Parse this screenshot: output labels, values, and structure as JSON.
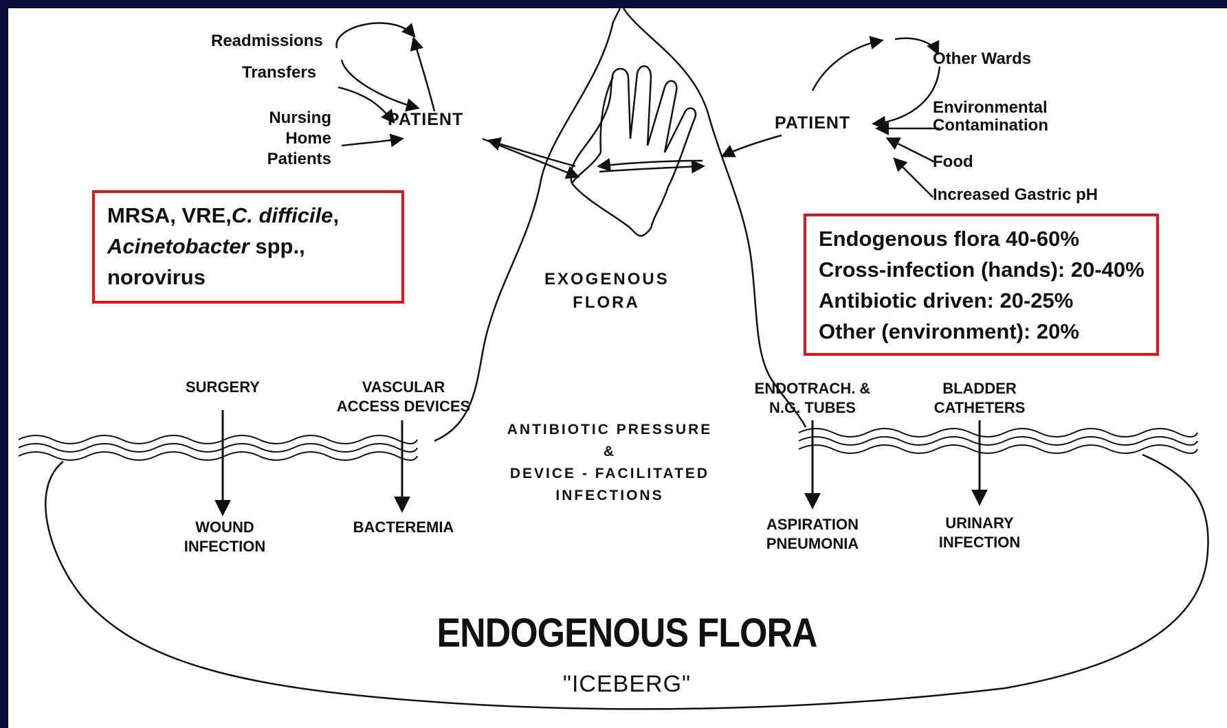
{
  "colors": {
    "frame": "#0a0d3a",
    "box_border": "#e0141a",
    "ink": "#111111"
  },
  "left_sources": {
    "readmissions": "Readmissions",
    "transfers": "Transfers",
    "nursing_home": "Nursing Home Patients"
  },
  "left_patient": "PATIENT",
  "right_patient": "PATIENT",
  "right_sources": {
    "other_wards": "Other Wards",
    "environmental": "Environmental Contamination",
    "food": "Food",
    "gastric": "Increased Gastric pH"
  },
  "organisms_box": {
    "line1_a": "MRSA, VRE,",
    "line1_b": "C. difficile",
    "line1_c": ",",
    "line2_a": "Acinetobacter",
    "line2_b": " spp.,",
    "line3": "norovirus"
  },
  "rates_box": {
    "lines": [
      "Endogenous flora 40-60%",
      "Cross-infection (hands): 20-40%",
      "Antibiotic driven: 20-25%",
      "Other (environment): 20%"
    ]
  },
  "exogenous": "EXOGENOUS FLORA",
  "routes": [
    {
      "source": "SURGERY",
      "outcome": "WOUND INFECTION"
    },
    {
      "source": "VASCULAR ACCESS DEVICES",
      "outcome": "BACTEREMIA"
    },
    {
      "source": "ENDOTRACH. & N.G. TUBES",
      "outcome": "ASPIRATION PNEUMONIA"
    },
    {
      "source": "BLADDER CATHETERS",
      "outcome": "URINARY INFECTION"
    }
  ],
  "center_text": {
    "line1": "ANTIBIOTIC PRESSURE",
    "line2": "&",
    "line3": "DEVICE - FACILITATED",
    "line4": "INFECTIONS"
  },
  "endogenous_title": "ENDOGENOUS FLORA",
  "iceberg_caption": "\"ICEBERG\""
}
